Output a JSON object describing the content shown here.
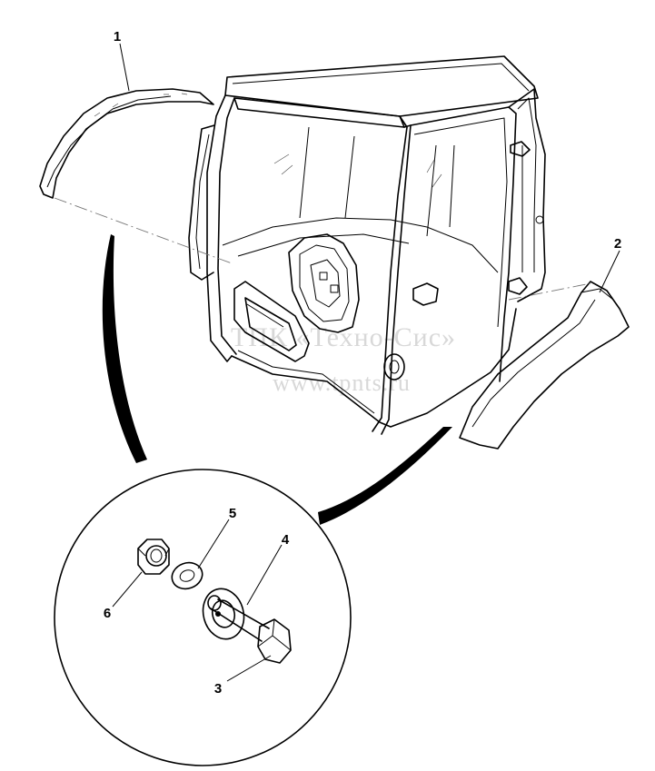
{
  "watermark": {
    "line1": "ТПК «Техно-Сис»",
    "line2": "www.tpnts.ru"
  },
  "callouts": [
    "1",
    "2",
    "3",
    "4",
    "5",
    "6"
  ],
  "parts": {
    "fender_left": "part-1",
    "fender_right": "part-2",
    "bolt": "part-3",
    "washer_large": "part-4",
    "washer_small": "part-5",
    "nut": "part-6"
  }
}
